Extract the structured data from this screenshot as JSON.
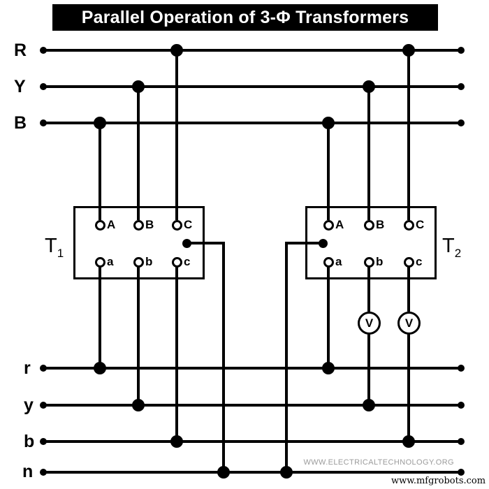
{
  "title": "Parallel Operation of 3-Φ Transformers",
  "colors": {
    "line": "#000000",
    "title_bg": "#000000",
    "title_fg": "#ffffff",
    "watermark": "#9b9b9b"
  },
  "primary_buses": [
    {
      "label": "R"
    },
    {
      "label": "Y"
    },
    {
      "label": "B"
    }
  ],
  "secondary_buses": [
    {
      "label": "r"
    },
    {
      "label": "y"
    },
    {
      "label": "b"
    },
    {
      "label": "n"
    }
  ],
  "transformers": [
    {
      "name": "T",
      "subscript": "1",
      "primary_terminals": [
        "A",
        "B",
        "C"
      ],
      "secondary_terminals": [
        "a",
        "b",
        "c"
      ]
    },
    {
      "name": "T",
      "subscript": "2",
      "primary_terminals": [
        "A",
        "B",
        "C"
      ],
      "secondary_terminals": [
        "a",
        "b",
        "c"
      ]
    }
  ],
  "voltmeters": [
    {
      "label": "V"
    },
    {
      "label": "V"
    }
  ],
  "watermarks": {
    "site": "WWW.ELECTRICALTECHNOLOGY.ORG",
    "footer": "www.mfgrobots.com"
  }
}
